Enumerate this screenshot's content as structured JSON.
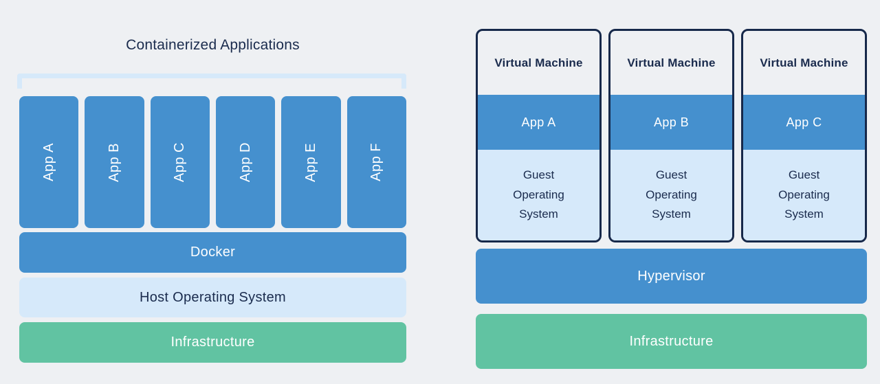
{
  "colors": {
    "background": "#EEF0F3",
    "blue": "#4590CE",
    "light_blue": "#D6E9FA",
    "green": "#61C3A2",
    "navy": "#1A2B4D",
    "white": "#FFFFFF"
  },
  "left": {
    "title": "Containerized Applications",
    "apps": [
      {
        "label": "App A"
      },
      {
        "label": "App B"
      },
      {
        "label": "App C"
      },
      {
        "label": "App D"
      },
      {
        "label": "App E"
      },
      {
        "label": "App F"
      }
    ],
    "layers": [
      {
        "id": "docker",
        "label": "Docker"
      },
      {
        "id": "host-os",
        "label": "Host Operating System"
      },
      {
        "id": "infrastructure",
        "label": "Infrastructure"
      }
    ]
  },
  "right": {
    "vms": [
      {
        "title": "Virtual Machine",
        "app": "App A",
        "os": "Guest Operating System"
      },
      {
        "title": "Virtual Machine",
        "app": "App B",
        "os": "Guest Operating System"
      },
      {
        "title": "Virtual Machine",
        "app": "App C",
        "os": "Guest Operating System"
      }
    ],
    "layers": [
      {
        "id": "hypervisor",
        "label": "Hypervisor"
      },
      {
        "id": "infrastructure",
        "label": "Infrastructure"
      }
    ]
  }
}
